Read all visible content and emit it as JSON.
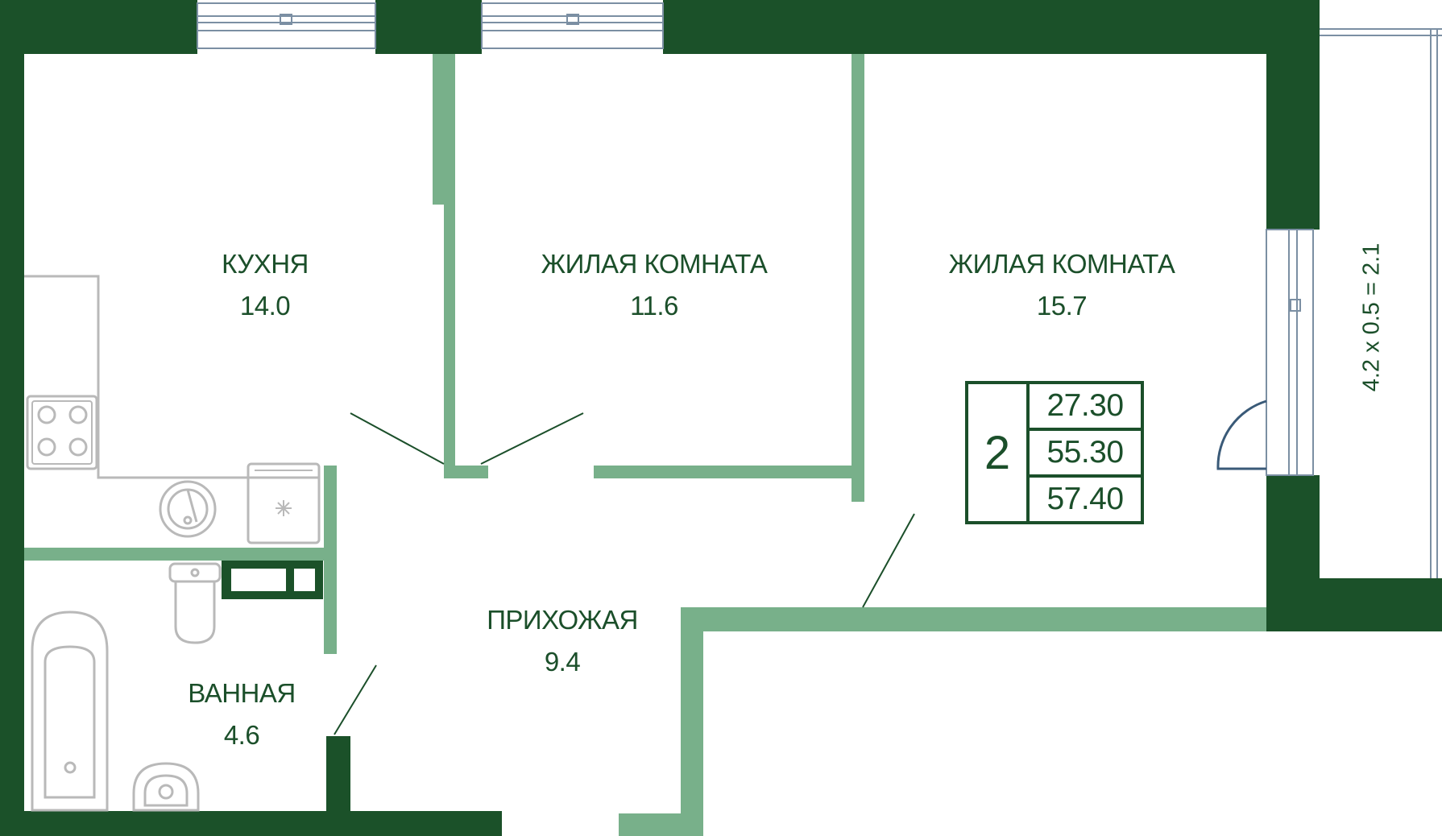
{
  "colors": {
    "outer_wall": "#1b5129",
    "inner_wall": "#78b08a",
    "text": "#1b4f2a",
    "fixture": "#b9b9b9",
    "window": "#7b8fa3"
  },
  "rooms": [
    {
      "name": "КУХНЯ",
      "area": "14.0"
    },
    {
      "name": "ЖИЛАЯ КОМНАТА",
      "area": "11.6"
    },
    {
      "name": "ЖИЛАЯ КОМНАТА",
      "area": "15.7"
    },
    {
      "name": "ПРИХОЖАЯ",
      "area": "9.4"
    },
    {
      "name": "ВАННАЯ",
      "area": "4.6"
    }
  ],
  "balcony": {
    "label": "4.2 x 0.5 = 2.1"
  },
  "summary": {
    "rooms_count": "2",
    "living_area": "27.30",
    "total_area": "55.30",
    "total_with_balcony": "57.40"
  },
  "icons": [
    "stove-icon",
    "sink-icon",
    "fridge-icon",
    "toilet-icon",
    "bathtub-icon",
    "washbasin-icon",
    "washing-machine-icon"
  ]
}
